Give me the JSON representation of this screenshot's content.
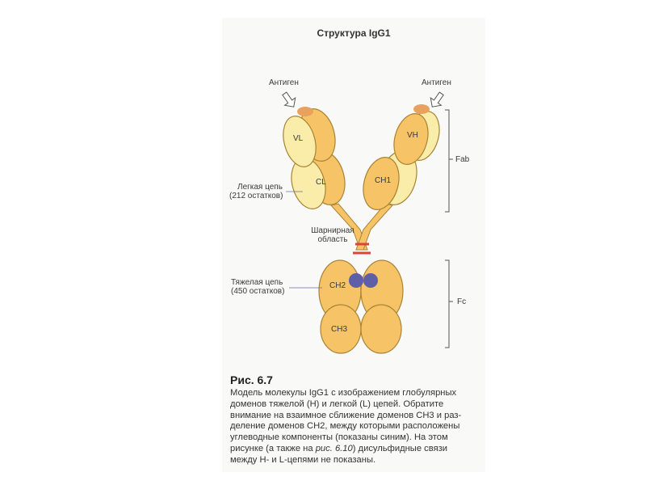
{
  "title": "Структура IgG1",
  "labels": {
    "antigen_left": "Антиген",
    "antigen_right": "Антиген",
    "vl": "VL",
    "vh": "VH",
    "cl": "CL",
    "ch1": "CH1",
    "ch2": "CH2",
    "ch3": "CH3",
    "light_chain_1": "Легкая цепь",
    "light_chain_2": "(212 остатков)",
    "hinge_1": "Шарнирная",
    "hinge_2": "область",
    "heavy_chain_1": "Тяжелая цепь",
    "heavy_chain_2": "(450 остатков)",
    "fab": "Fab",
    "fc": "Fc"
  },
  "figure": {
    "number": "Рис. 6.7",
    "caption_pre": "Модель молекулы IgG1 с изображением глобулярных\nдоменов тяжелой (H) и легкой (L) цепей. Обратите\nвнимание на взаимное сближение доменов CH3 и раз-\nделение доменов CH2, между которыми расположены\nуглеводные компоненты (показаны синим). На этом\nрисунке (а также на ",
    "caption_ref": "рис. 6.10",
    "caption_post": ") дисульфидные связи\nмежду H- и L-цепями не показаны."
  },
  "colors": {
    "heavy": "#f6c366",
    "light": "#f9eda9",
    "tip": "#e9a25e",
    "carb": "#5e5ea9",
    "disulfide": "#d9453c",
    "outline": "#a88436"
  }
}
